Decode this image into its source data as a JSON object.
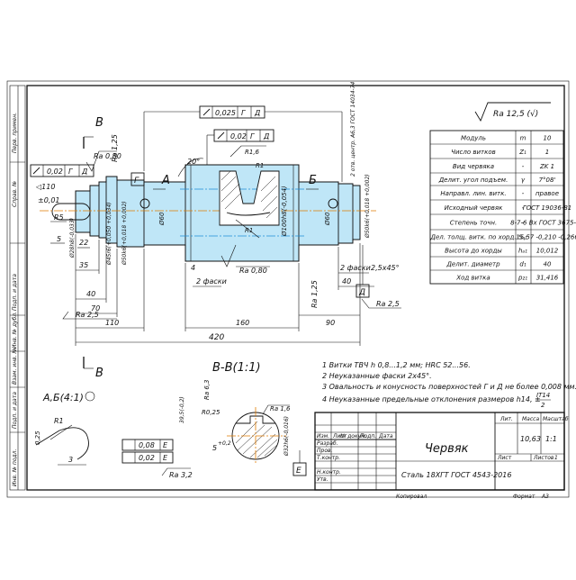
{
  "roughness_general": "Ra 12,5 (√)",
  "params_table": {
    "rows": [
      {
        "name": "Модуль",
        "sym": "m",
        "val": "10"
      },
      {
        "name": "Число витков",
        "sym": "Z₁",
        "val": "1"
      },
      {
        "name": "Вид червяка",
        "sym": "-",
        "val": "ZK 1"
      },
      {
        "name": "Делит. угол подъем.",
        "sym": "γ",
        "val": "7°08'"
      },
      {
        "name": "Направл. лин. витк.",
        "sym": "-",
        "val": "правое"
      },
      {
        "name": "Исходный червяк",
        "sym": "-",
        "val": "ГОСТ 19036-81"
      },
      {
        "name": "Степень точн.",
        "sym": "-",
        "val": "8-7-6 Вх ГОСТ 3675-81"
      },
      {
        "name": "Дел. толщ. витк. по хорд.",
        "sym": "Sₐ₁",
        "val": "15,57 -0,210 -0,266"
      },
      {
        "name": "Высота до хорды",
        "sym": "hₐ₁",
        "val": "10,012"
      },
      {
        "name": "Делит. диаметр",
        "sym": "d₁",
        "val": "40"
      },
      {
        "name": "Ход витка",
        "sym": "p₂₁",
        "val": "31,416"
      }
    ]
  },
  "notes": [
    "1 Витки ТВЧ h 0,8...1,2 мм; HRC 52...56.",
    "2 Неуказанные фаски 2х45°.",
    "3 Овальность и конусность поверхностей Г и Д не более 0,008 мм.",
    "4 Неуказанные предельные отклонения размеров h14, ±",
    "IT14",
    "2"
  ],
  "title_block": {
    "part_name": "Червяк",
    "material": "Сталь 18ХГТ ГОСТ 4543-2016",
    "lit_label": "Лит.",
    "mass_label": "Масса",
    "scale_label": "Масштаб",
    "mass": "10,63",
    "scale": "1:1",
    "sheet_label": "Лист",
    "sheets_label": "Листов",
    "sheets_count": "1",
    "row_labels": [
      "Изм.",
      "Лист",
      "№ докум.",
      "Подп.",
      "Дата",
      "Разраб.",
      "Пров.",
      "Т.контр.",
      "Н.контр.",
      "Утв."
    ],
    "kopiroval": "Копировал",
    "format_label": "Формат",
    "format_value": "А3"
  },
  "side_strip": [
    "Перв. примен.",
    "Справ. №",
    "Подп. и дата",
    "Инв. № дубл.",
    "Взам. инв. №",
    "Подп. и дата",
    "Инв. № подл."
  ],
  "main_view": {
    "dim_420": "420",
    "dim_160": "160",
    "dim_110": "110",
    "dim_90": "90",
    "dim_70": "70",
    "dim_40_left": "40",
    "dim_40_right": "40",
    "dim_35": "35",
    "dim_22": "22",
    "dim_5": "5",
    "dim_4": "4",
    "dim_r5": "R5",
    "dia_28": "Ø28h8(-0,033)",
    "dia_45": "Ø45r6(+0,050 +0,034)",
    "dia_50_left": "Ø50k6(+0,018 +0,002)",
    "dia_60_left": "Ø60",
    "dia_100": "Ø100h8(-0,054)",
    "dia_60_right": "Ø60",
    "dia_50_right": "Ø50k6(+0,018 +0,002)",
    "angle_20": "20°",
    "r16": "R1,6",
    "r1a": "R1",
    "r1b": "R1",
    "ra08_mid": "Ra 0,80",
    "ra08_left": "Ra 0,80",
    "ra125_left": "Ra 1,25",
    "ra125_right": "Ra 1,25",
    "ra25_left": "Ra 2,5",
    "ra25_right": "Ra 2,5",
    "chamfer_a": "2 фаски",
    "chamfer_b": "2 фаски",
    "chamfer_45": "2,5х45°",
    "center_holes": "2 отв. центр. А6,3 ГОСТ 14034-74",
    "tol_flat_left": "0,02",
    "tol_flat_val": "0,02",
    "tol_runout_top": "0,025",
    "tol_runout_mid": "0,02",
    "datum_g": "Г",
    "datum_d": "Д",
    "datum_g2": "Г",
    "datum_d2": "Д",
    "datum_g3": "Г",
    "datum_d3": "Д",
    "datum_d_box": "Д",
    "datum_g_box": "Г",
    "datum_g_label": "Г",
    "datum_d_label": "Д",
    "dim_pm001": "±0,01",
    "taper_110": "◁110",
    "label_a": "А",
    "label_b": "Б",
    "label_v_top": "В",
    "label_v_bottom": "В"
  },
  "detail_ab": {
    "title": "А,Б(4:1)",
    "r1": "R1",
    "dim_3": "3",
    "dim_025": "0,25"
  },
  "section_v": {
    "title": "В-В(1:1)",
    "dim_s": "5",
    "dim_s_tol": "+0,2",
    "dim_39": "39,5(-0,2)",
    "dim_d32": "Ø32h6(-0,016)",
    "r025": "R0,25",
    "ra63": "Ra 6,3",
    "ra16": "Ra 1,6",
    "ra32": "Ra 3,2",
    "tol_008": "0,08",
    "tol_002": "0,02",
    "datum_e1": "Е",
    "datum_e2": "Е",
    "datum_e_box": "Е"
  }
}
